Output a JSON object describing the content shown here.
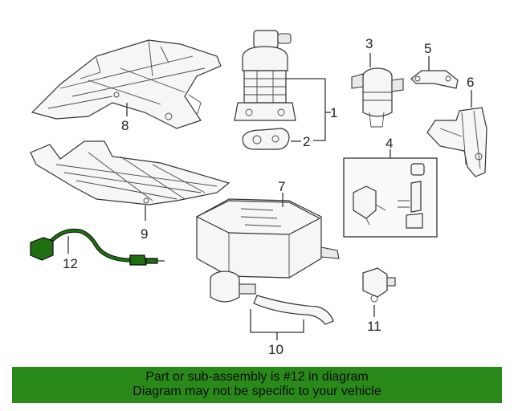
{
  "callouts": {
    "c1": "1",
    "c2": "2",
    "c3": "3",
    "c4": "4",
    "c5": "5",
    "c6": "6",
    "c7": "7",
    "c8": "8",
    "c9": "9",
    "c10": "10",
    "c11": "11",
    "c12": "12"
  },
  "highlight": {
    "part_number": "12",
    "color": "#1f6e12"
  },
  "banner": {
    "color": "#2a8a19",
    "line1": "Part or sub-assembly is #12 in diagram",
    "line2": "Diagram may not be specific to your vehicle"
  }
}
